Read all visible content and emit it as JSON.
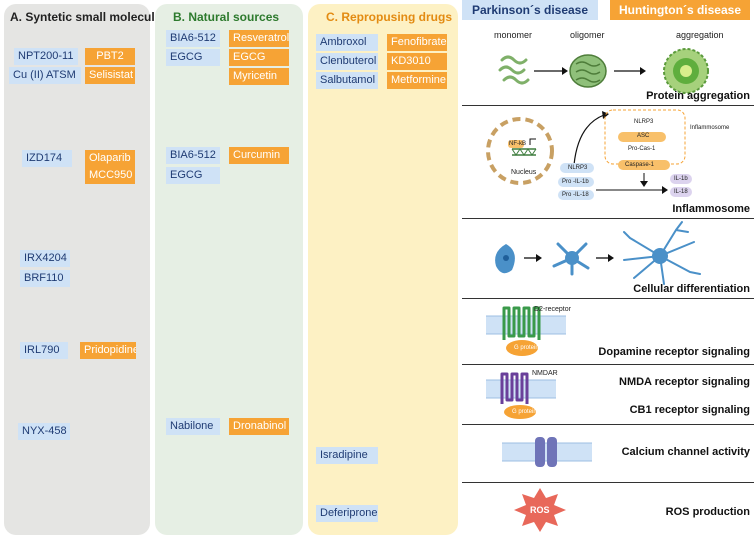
{
  "columns": {
    "a": {
      "title": "A.  Syntetic small molecules",
      "pd": [
        "NPT200-11",
        "Cu (II) ATSM",
        "IZD174",
        "IRX4204",
        "BRF110",
        "IRL790",
        "NYX-458"
      ],
      "hd": [
        "PBT2",
        "Selisistat",
        "Olaparib",
        "MCC950",
        "Pridopidine"
      ]
    },
    "b": {
      "title": "B. Natural sources",
      "pd": [
        "BIA6-512",
        "EGCG",
        "BIA6-512",
        "EGCG",
        "Nabilone"
      ],
      "hd": [
        "Resveratrol",
        "EGCG",
        "Myricetin",
        "Curcumin",
        "Dronabinol"
      ]
    },
    "c": {
      "title": "C. Repropusing drugs",
      "pd": [
        "Ambroxol",
        "Clenbuterol",
        "Salbutamol",
        "Isradipine",
        "Deferiprone"
      ],
      "hd": [
        "Fenofibrate",
        "KD3010",
        "Metformine"
      ]
    }
  },
  "legend": {
    "pd": "Parkinson´s disease",
    "hd": "Huntington´s disease"
  },
  "panels": {
    "protein": {
      "title": "Protein aggregation",
      "monomer": "monomer",
      "oligomer": "oligomer",
      "aggregation": "aggregation"
    },
    "inflammasome": {
      "title": "Inflammosome",
      "nfkb": "NF-kB",
      "nucleus": "Nucleus",
      "nlrp3_box": "NLRP3",
      "asc": "ASC",
      "procas": "Pro-Cas-1",
      "inflammasome_label": "Inflammosome",
      "caspase": "Caspase-1",
      "nlrp3": "NLRP3",
      "proil1b": "Pro -IL-1b",
      "proil18": "Pro -IL-18",
      "il1b": "IL-1b",
      "il18": "IL-18"
    },
    "cellular": {
      "title": "Cellular differentiation"
    },
    "dopamine": {
      "title": "Dopamine receptor signaling",
      "receptor": "D2-receptor",
      "gprotein": "G protein"
    },
    "nmda": {
      "title1": "NMDA receptor signaling",
      "title2": "CB1 receptor signaling",
      "receptor": "NMDAR",
      "gprotein": "G protein"
    },
    "calcium": {
      "title": "Calcium channel activity"
    },
    "ros": {
      "title": "ROS production",
      "label": "ROS"
    }
  },
  "colors": {
    "pd": "#cfe2f6",
    "hd": "#f6a335",
    "colA": "#e5e5e3",
    "colB": "#e6efe4",
    "colC": "#fdf1c4"
  }
}
